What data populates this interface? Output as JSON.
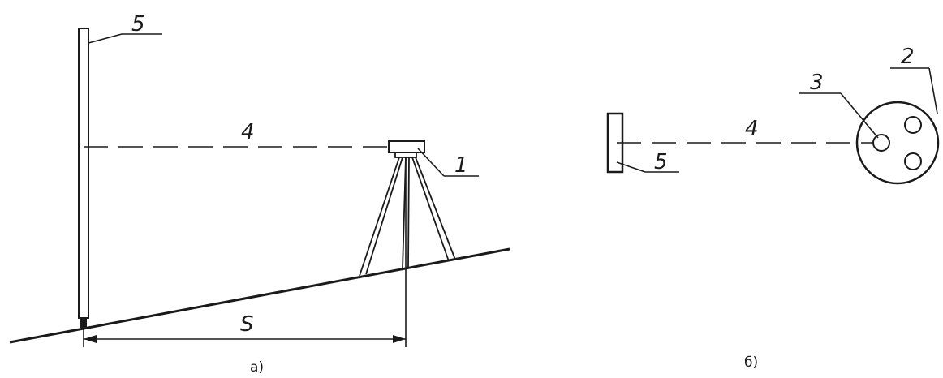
{
  "figure_a": {
    "callouts": {
      "instrument": "1",
      "line_of_sight": "4",
      "staff": "5",
      "distance": "S"
    },
    "caption": "а)"
  },
  "figure_b": {
    "callouts": {
      "head": "2",
      "eyepiece": "3",
      "line_of_sight": "4",
      "staff": "5"
    },
    "caption": "б)"
  },
  "colors": {
    "line": "#1a1a1a",
    "background": "#ffffff"
  }
}
